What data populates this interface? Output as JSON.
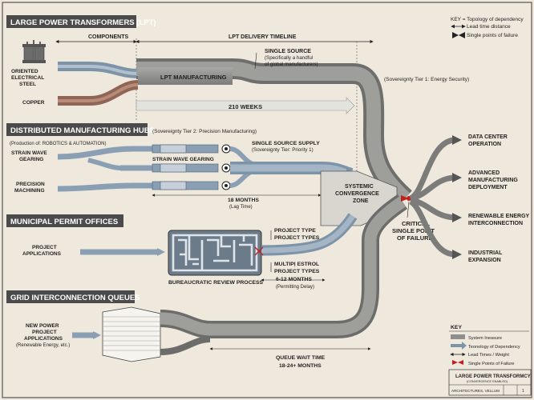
{
  "key": {
    "line1": "KEY = Topology of dependency",
    "line2": "Lead time distance",
    "line3": "Single points of failure"
  },
  "lpt": {
    "header": "LARGE POWER TRANSFORMERS (LPT)",
    "components_label": "COMPONENTS",
    "timeline_label": "LPT DELIVERY TIMELINE",
    "input1_l1": "ORIENTED",
    "input1_l2": "ELECTRICAL",
    "input1_l3": "STEEL",
    "input2": "COPPER",
    "manufacturing": "LPT MANUFACTURING",
    "single_source_l1": "SINGLE SOURCE",
    "single_source_l2": "(Specifically a handful",
    "single_source_l3": "of global manufacturers)",
    "tier_label": "(Sovereignty Tier 1: Energy Security)",
    "weeks": "210 WEEKS"
  },
  "dmh": {
    "header": "DISTRIBUTED MANUFACTURING HUBS",
    "tier_label": "(Sovereignty Tier 2: Precision Manufacturing)",
    "subtitle": "(Production of: ROBOTICS & AUTOMATION)",
    "input1_l1": "STRAIN WAVE",
    "input1_l2": "GEARING",
    "input2_l1": "PRECISION",
    "input2_l2": "MACHINING",
    "middle_label": "STRAIN WAVE GEARING",
    "supply_l1": "SINGLE SOURCE SUPPLY",
    "supply_l2": "(Sovereignty Tier: Priority 1)",
    "lead_time": "18 MONTHS",
    "lead_time_note": "(Lag Time)"
  },
  "mpo": {
    "header": "MUNICIPAL PERMIT OFFICES",
    "input_l1": "PROJECT",
    "input_l2": "APPLICATIONS",
    "process_label": "BUREAUCRATIC REVIEW PROCESS",
    "type1_l1": "PROJECT TYPE",
    "type1_l2": "PROJECT TYPES",
    "type2_l1": "MULTIPḷ ESTROL",
    "type2_l2": "PROJECT TYPES",
    "delay": "6-12 MONTHS",
    "delay_note": "(Permitting Delay)"
  },
  "giq": {
    "header": "GRID INTERCONNECTION QUEUES",
    "input_l1": "NEW POWER",
    "input_l2": "PROJECT",
    "input_l3": "APPLICATIONS",
    "input_l4": "(Renewable Energy, etc.)",
    "wait_l1": "QUEUE WAIT TIME",
    "wait_l2": "18-24+ MONTHS"
  },
  "convergence": {
    "l1": "SYSTEMIC",
    "l2": "CONVERGENCE",
    "l3": "ZONE"
  },
  "failure": {
    "l1": "CRITICAL",
    "l2": "SINGLE POINT",
    "l3": "OF FAILURE"
  },
  "outputs": [
    {
      "l1": "DATA CENTER",
      "l2": "OPERATION"
    },
    {
      "l1": "ADVANCED",
      "l2": "MANUFACTURING",
      "l3": "DEPLOYMENT"
    },
    {
      "l1": "RENEWABLE ENERGY",
      "l2": "INTERCONNECTION"
    },
    {
      "l1": "INDUSTRIAL",
      "l2": "EXPANSION"
    }
  ],
  "legend": {
    "title": "KEY",
    "item1": "System Ineasure",
    "item2": "Teonology of Dependency",
    "item3": "Lead Times / Weight",
    "item4": "Single Points of Failure"
  },
  "title_block": {
    "title": "LARGE POWER TRANSFORMCY",
    "subtitle": "(CONVERGENCE ENABLED)",
    "footer": "ARCHITECTURES, VELLUM",
    "sheet": "1"
  },
  "colors": {
    "background": "#efe9dd",
    "header": "#4b4b4b",
    "flow_gray": "#8e8e8e",
    "flow_blue": "#8a9fb4",
    "flow_copper": "#a3705d",
    "failure_red": "#c02020"
  }
}
